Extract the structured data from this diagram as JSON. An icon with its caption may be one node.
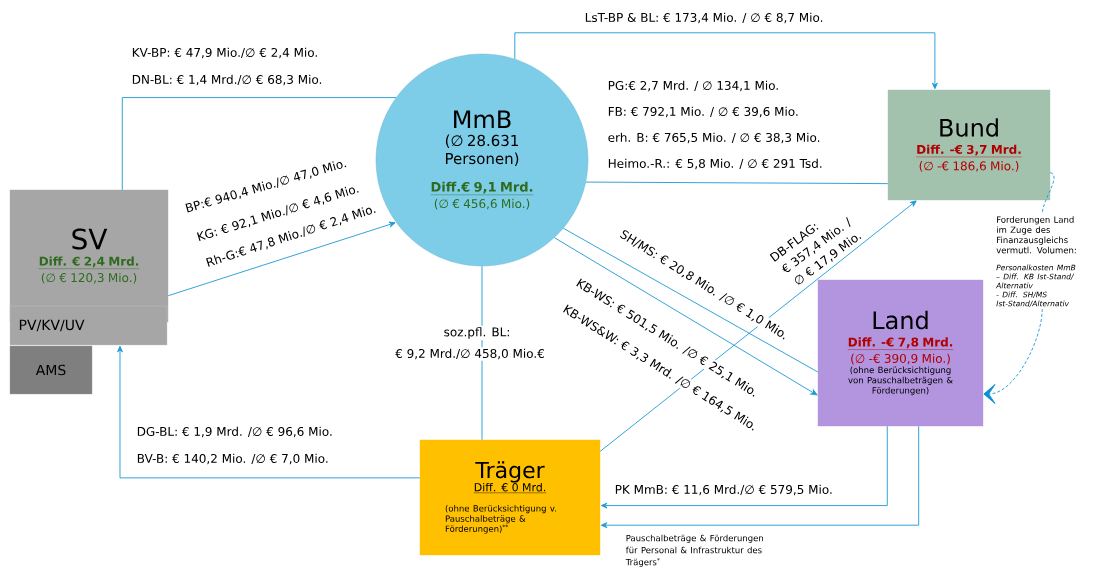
{
  "diagram": {
    "nodes": [
      {
        "text": [
          "MmB",
          "(∅ 28.631 Personen)",
          "Diff.€ 9,1 Mrd.",
          "(∅ € 456,6 Mio.)"
        ]
      },
      {
        "text": [
          "SV",
          "Diff. € 2,4 Mrd.",
          "(∅ € 120,3 Mio.)"
        ]
      },
      {
        "text": [
          "PV/KV/UV"
        ]
      },
      {
        "text": [
          "AMS"
        ]
      },
      {
        "text": [
          "Bund",
          "Diff. -€ 3,7 Mrd.",
          "(∅ -€ 186,6 Mio.)"
        ]
      },
      {
        "text": [
          "Land",
          "Diff. -€ 7,8 Mrd.",
          "(∅ -€ 390,9 Mio.)",
          "(ohne Berücksichtigung von Pauschalbeträgen & Förderungen)"
        ]
      },
      {
        "text": [
          "Träger",
          "Diff. € 0 Mrd.",
          "(ohne Berücksichtigung v. Pauschalbeträge & Förderungen)$^{**}$"
        ]
      },
      {
        "text": [
          "Forderungen Land im Zuge des Finanzausgleichs vermutl. Volumen:",
          "Personalkosten MmB",
          "– Diff. KB Ist-Stand/ Alternativ",
          "- Diff. SH/MS Ist-Stand/Alternativ"
        ]
      }
    ],
    "edges": [
      {
        "from": 1,
        "to": 0,
        "arrow": "none",
        "label": "DN-BL: € 1,4 Mrd./∅ € 68,3 Mio."
      },
      {
        "from": 1,
        "to": 0,
        "arrow": "to",
        "label": "Rh-G:€ 47,8 Mio./∅ € 2,4 Mio."
      },
      {
        "from": 0,
        "to": 4,
        "arrow": "to",
        "label": "LsT-BP & BL: € 173,4 Mio. / ∅ € 8,7 Mio."
      },
      {
        "from": 0,
        "to": 4,
        "arrow": "none",
        "label": "Heimo.-R.: € 5,8 Mio. / ∅ € 291 Tsd."
      },
      {
        "from": 0,
        "to": 5,
        "arrow": "none",
        "label": "SH/MS: € 20,8 Mio. /∅ € 1,0 Mio."
      },
      {
        "from": 0,
        "to": 5,
        "arrow": "to",
        "label": "KB-WS: € 501,5 Mio. /∅ € 25,1 Mio."
      },
      {
        "from": 0,
        "to": 6,
        "arrow": "none",
        "label": "soz.pfl. BL:"
      },
      {
        "from": 6,
        "to": 4,
        "arrow": "to",
        "label": "DB-FLAG:"
      },
      {
        "from": 6,
        "to": 2,
        "arrow": "to",
        "label": "BV-B: € 140,2 Mio. /∅ € 7,0 Mio."
      },
      {
        "from": 5,
        "to": 6,
        "arrow": "to",
        "label": "PK MmB: € 11,6 Mrd./∅ € 579,5 Mio."
      },
      {
        "from": 5,
        "to": 6,
        "arrow": "to",
        "label": "Pauschalbeträge & Förderungen für Personal & Infrastruktur des Trägers$^{*}$"
      },
      {
        "from": 4,
        "to": 7,
        "arrow": "none",
        "style": "dashed"
      },
      {
        "from": 7,
        "to": 5,
        "arrow": "to",
        "style": "dashed"
      }
    ],
    "labels": [
      "KV-BP: € 47,9 Mio./∅ € 2,4 Mio.",
      "PG:€ 2,7 Mrd. / ∅ 134,1 Mio.",
      "FB: € 792,1 Mio. / ∅ € 39,6 Mio.",
      "erh. B: € 765,5 Mio. / ∅ € 38,3 Mio.",
      "BP:€ 940,4 Mio./∅ 47,0 Mio.",
      "KG: € 92,1 Mio./∅ € 4,6 Mio.",
      "€ 357,4 Mio. /",
      "∅ € 17,9 Mio.",
      "KB-WS&W: € 3,3 Mrd. /∅ € 164,5 Mio.",
      "€ 9,2 Mrd./∅ 458,0 Mio.€",
      "DG-BL: € 1,9 Mrd. /∅ € 96,6 Mio."
    ]
  }
}
